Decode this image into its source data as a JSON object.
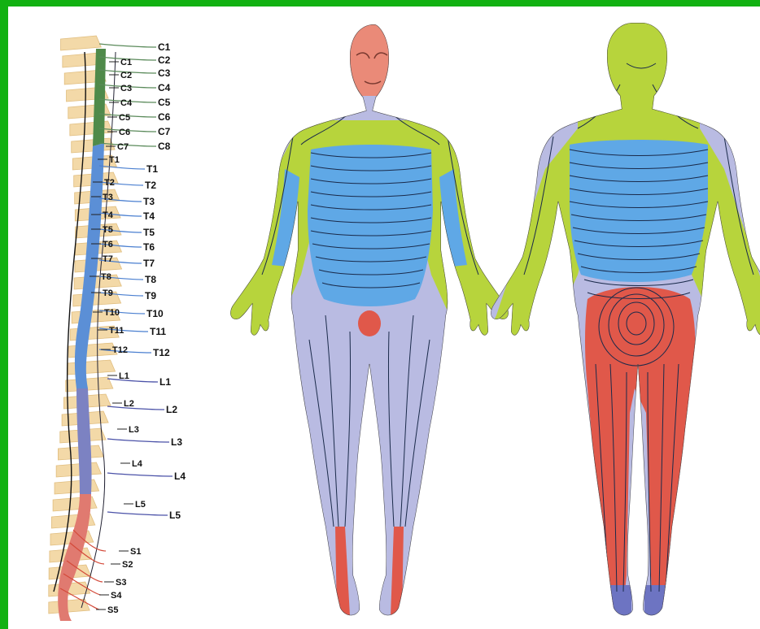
{
  "colors": {
    "frame": "#12b112",
    "cervical": "#b7d43c",
    "thoracic": "#5fa8e6",
    "lumbar": "#b9bbe2",
    "sacral": "#e0584a",
    "bone": "#f3d9a8",
    "cord_cervical": "#4f8a4a",
    "cord_thoracic": "#5b8fd6",
    "cord_lumbar": "#7c82c2",
    "cord_sacral": "#e07a70"
  },
  "labels": {
    "inner": [
      "C1",
      "C2",
      "C3",
      "C4",
      "C5",
      "C6",
      "C7",
      "T1",
      "T2",
      "T3",
      "T4",
      "T5",
      "T6",
      "T7",
      "T8",
      "T9",
      "T10",
      "T11",
      "T12",
      "L1",
      "L2",
      "L3",
      "L4",
      "L5",
      "S1",
      "S2",
      "S3",
      "S4",
      "S5"
    ],
    "outer": [
      "C1",
      "C2",
      "C3",
      "C4",
      "C5",
      "C6",
      "C7",
      "C8",
      "T1",
      "T2",
      "T3",
      "T4",
      "T5",
      "T6",
      "T7",
      "T8",
      "T9",
      "T10",
      "T11",
      "T12",
      "L1",
      "L2",
      "L3",
      "L4",
      "L5"
    ]
  }
}
